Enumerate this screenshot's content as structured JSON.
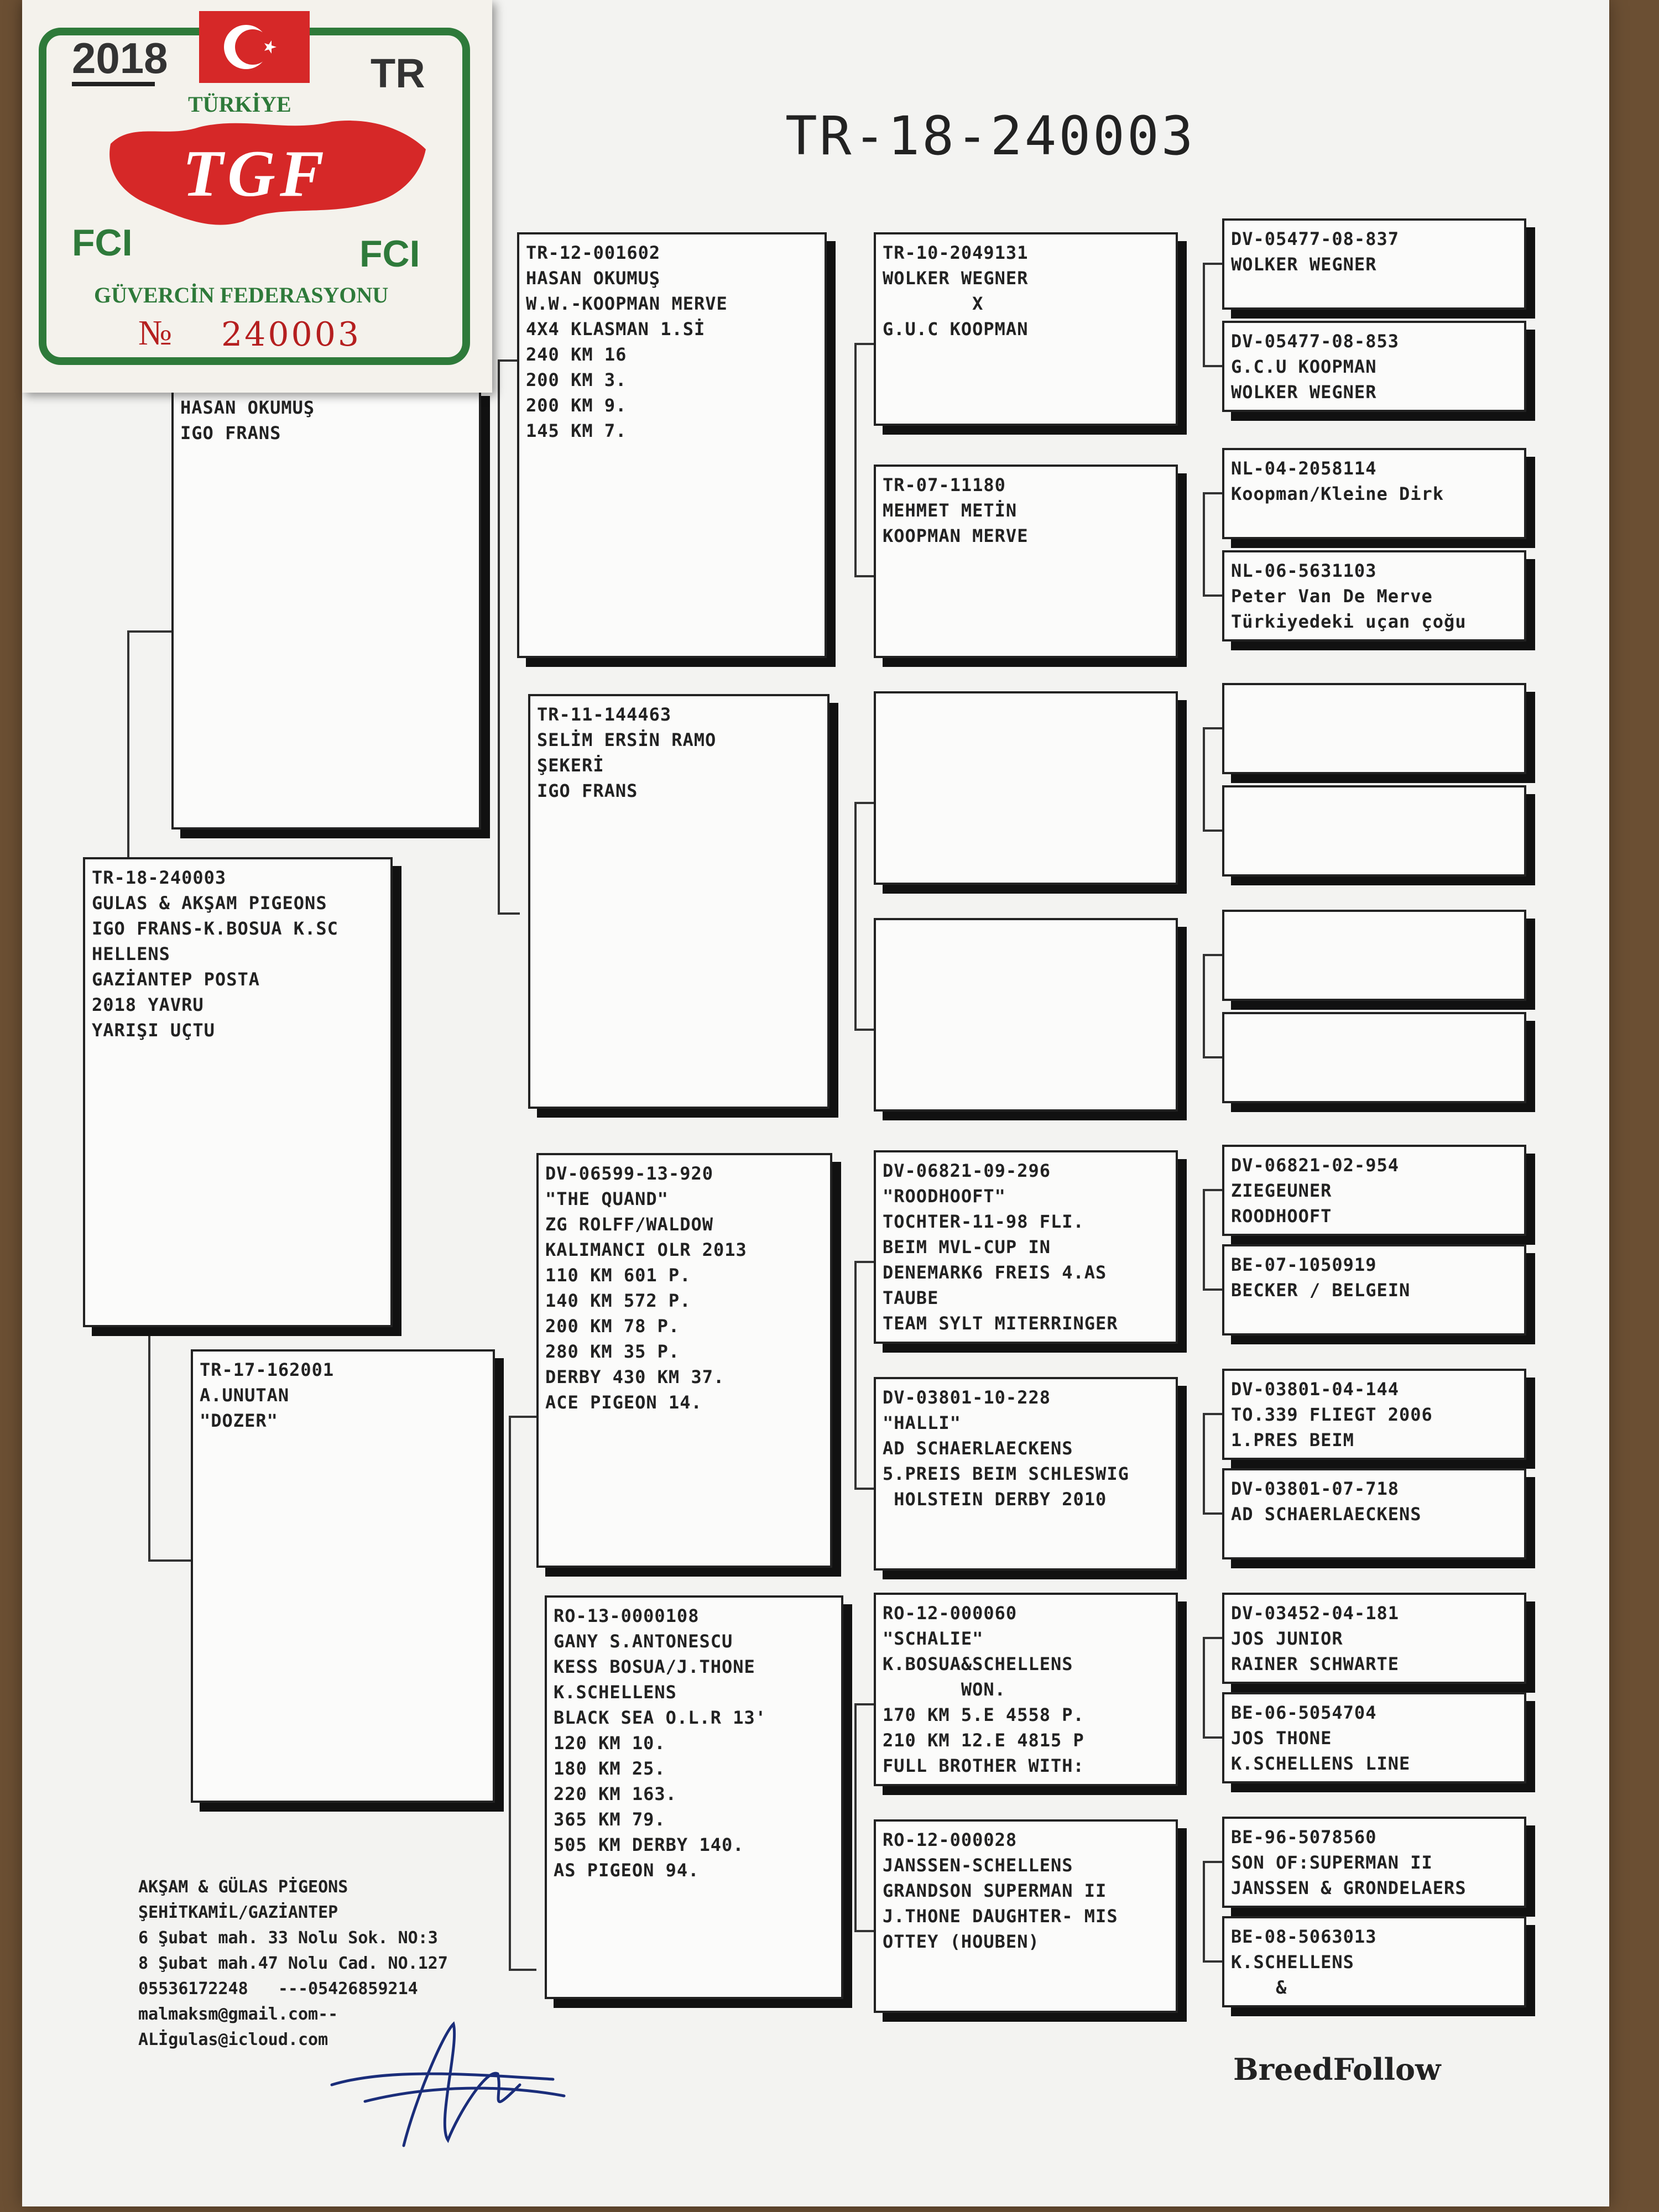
{
  "document": {
    "title": "TR-18-240003",
    "brand": "BreedFollow"
  },
  "sticker": {
    "year": "2018",
    "country_code": "TR",
    "country": "TÜRKİYE",
    "org_abbr": "TGF",
    "fci_left": "FCI",
    "fci_right": "FCI",
    "federation": "GÜVERCİN FEDERASYONU",
    "number_prefix": "№",
    "number": "240003",
    "flag_color": "#d62828",
    "frame_color": "#2e7a3a"
  },
  "pedigree": {
    "subject": "TR-18-240003\nGULAS & AKŞAM PIGEONS\nIGO FRANS-K.BOSUA K.SC\nHELLENS\nGAZİANTEP POSTA\n2018 YAVRU\nYARIŞI UÇTU",
    "sire": "HASAN OKUMUŞ\nIGO FRANS",
    "dam": "TR-17-162001\nA.UNUTAN\n\"DOZER\"",
    "gen3": [
      "TR-12-001602\nHASAN OKUMUŞ\nW.W.-KOOPMAN MERVE\n4X4 KLASMAN 1.Sİ\n240 KM 16\n200 KM 3.\n200 KM 9.\n145 KM 7.",
      "TR-11-144463\nSELİM ERSİN RAMO\nŞEKERİ\nIGO FRANS",
      "DV-06599-13-920\n\"THE QUAND\"\nZG ROLFF/WALDOW\nKALIMANCI OLR 2013\n110 KM 601 P.\n140 KM 572 P.\n200 KM 78 P.\n280 KM 35 P.\nDERBY 430 KM 37.\nACE PIGEON 14.",
      "RO-13-0000108\nGANY S.ANTONESCU\nKESS BOSUA/J.THONE\nK.SCHELLENS\nBLACK SEA O.L.R 13'\n120 KM 10.\n180 KM 25.\n220 KM 163.\n365 KM 79.\n505 KM DERBY 140.\nAS PIGEON 94."
    ],
    "gen4": [
      "TR-10-2049131\nWOLKER WEGNER\n        X\nG.U.C KOOPMAN",
      "TR-07-11180\nMEHMET METİN\nKOOPMAN MERVE",
      "",
      "",
      "DV-06821-09-296\n\"ROODHOOFT\"\nTOCHTER-11-98 FLI.\nBEIM MVL-CUP IN\nDENEMARK6 FREIS 4.AS\nTAUBE\nTEAM SYLT MITERRINGER",
      "DV-03801-10-228\n\"HALLI\"\nAD SCHAERLAECKENS\n5.PREIS BEIM SCHLESWIG\n HOLSTEIN DERBY 2010",
      "RO-12-000060\n\"SCHALIE\"\nK.BOSUA&SCHELLENS\n       WON.\n170 KM 5.E 4558 P.\n210 KM 12.E 4815 P\nFULL BROTHER WITH:",
      "RO-12-000028\nJANSSEN-SCHELLENS\nGRANDSON SUPERMAN II\nJ.THONE DAUGHTER- MIS\nOTTEY (HOUBEN)"
    ],
    "gen5": [
      "DV-05477-08-837\nWOLKER WEGNER",
      "DV-05477-08-853\nG.C.U KOOPMAN\nWOLKER WEGNER",
      "NL-04-2058114\nKoopman/Kleine Dirk",
      "NL-06-5631103\nPeter Van De Merve\nTürkiyedeki uçan çoğu",
      "",
      "",
      "",
      "",
      "DV-06821-02-954\nZIEGEUNER\nROODHOOFT",
      "BE-07-1050919\nBECKER / BELGEIN",
      "DV-03801-04-144\nTO.339 FLIEGT 2006\n1.PRES BEIM",
      "DV-03801-07-718\nAD SCHAERLAECKENS",
      "DV-03452-04-181\nJOS JUNIOR\nRAINER SCHWARTE",
      "BE-06-5054704\nJOS THONE\nK.SCHELLENS LINE",
      "BE-96-5078560\nSON OF:SUPERMAN II\nJANSSEN & GRONDELAERS",
      "BE-08-5063013\nK.SCHELLENS\n    &"
    ]
  },
  "owner": {
    "text": "AKŞAM & GÜLAS PİGEONS\nŞEHİTKAMİL/GAZİANTEP\n6 Şubat mah. 33 Nolu Sok. NO:3\n8 Şubat mah.47 Nolu Cad. NO.127\n05536172248   ---05426859214\nmalmaksm@gmail.com--\nALİgulas@icloud.com"
  }
}
